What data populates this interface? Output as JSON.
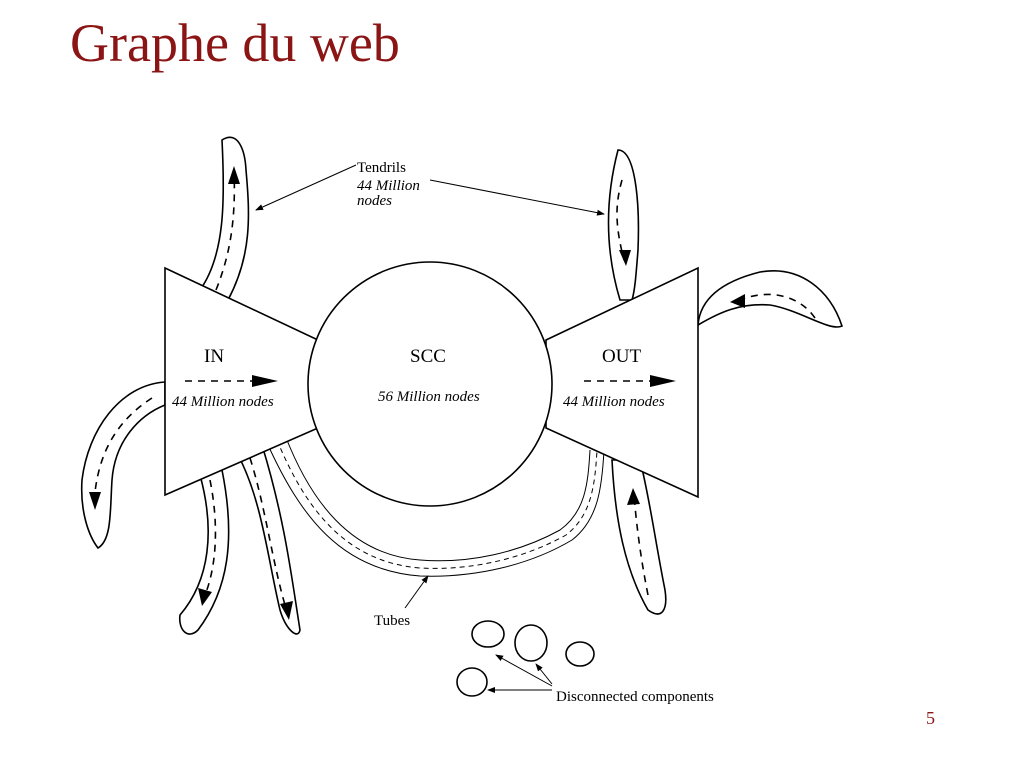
{
  "slide": {
    "title": "Graphe du web",
    "page_number": "5"
  },
  "diagram": {
    "tendrils": {
      "label": "Tendrils",
      "count_line1": "44 Million",
      "count_line2": "nodes"
    },
    "in": {
      "label": "IN",
      "count": "44 Million nodes"
    },
    "scc": {
      "label": "SCC",
      "count": "56 Million nodes"
    },
    "out": {
      "label": "OUT",
      "count": "44 Million nodes"
    },
    "tubes": {
      "label": "Tubes"
    },
    "disconnected": {
      "label": "Disconnected components"
    }
  }
}
